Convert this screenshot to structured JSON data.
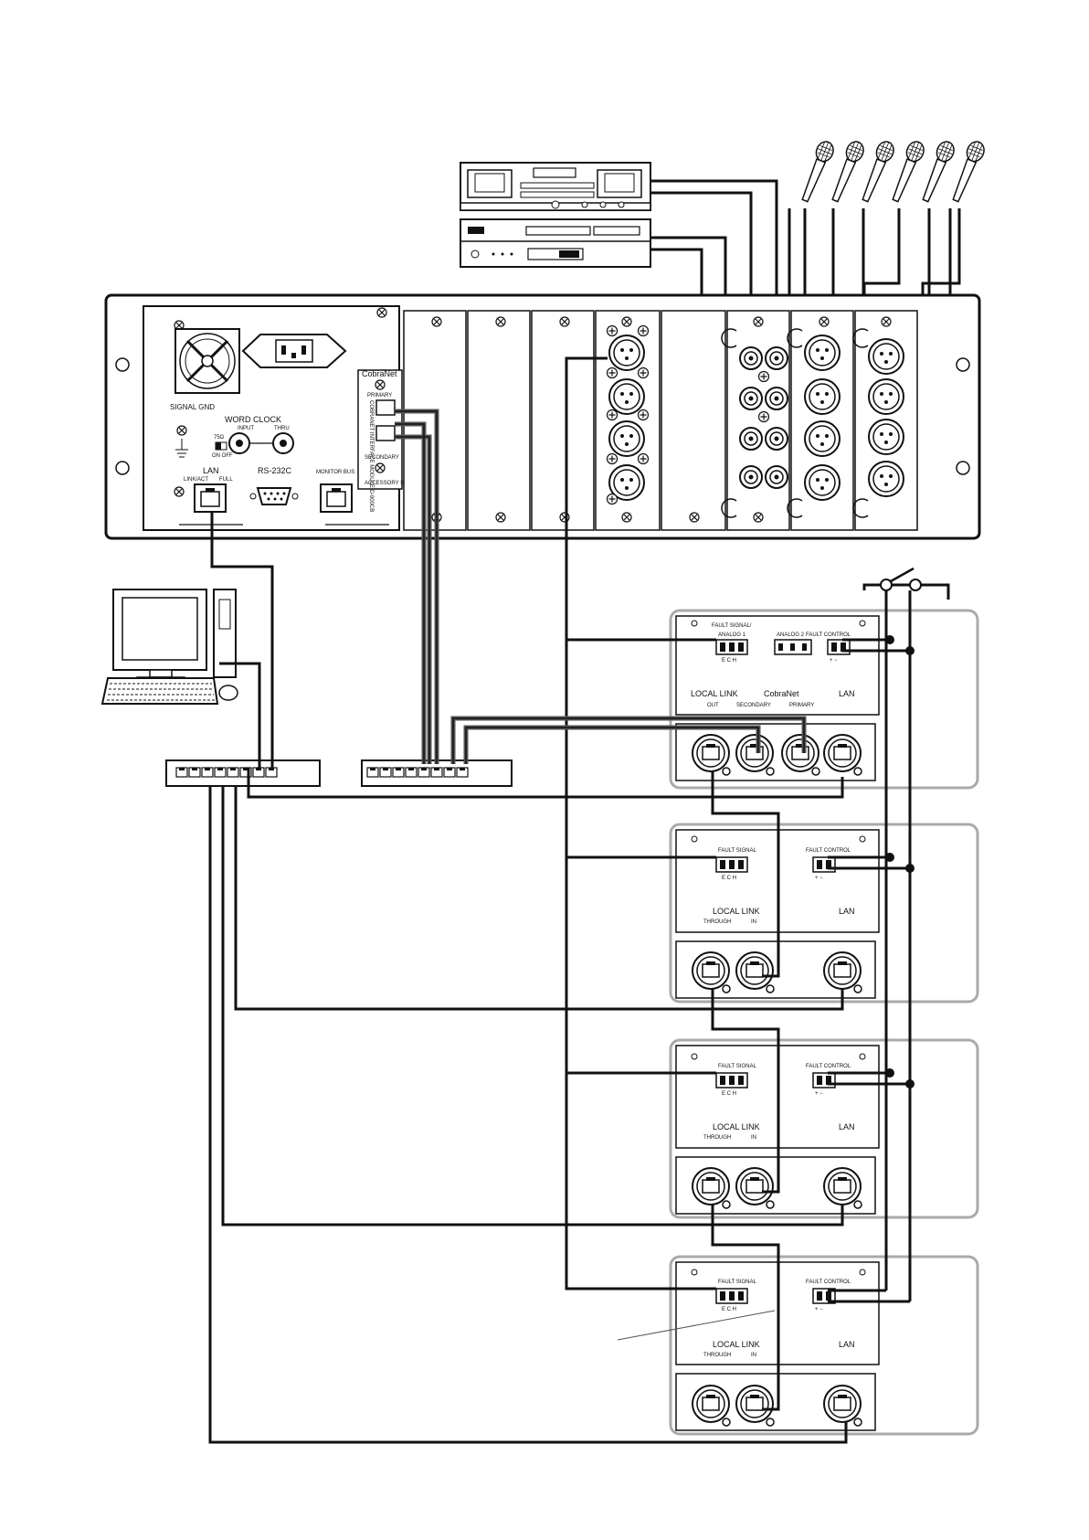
{
  "mixer": {
    "signal_gnd": "SIGNAL GND",
    "word_clock": "WORD CLOCK",
    "wc_input": "INPUT",
    "wc_thru": "THRU",
    "term_75": "75Ω",
    "term_on_off": "ON  OFF",
    "lan": "LAN",
    "lan_link": "LINK/ACT",
    "lan_full": "FULL",
    "rs232c": "RS-232C",
    "monitor_bus": "MONITOR BUS"
  },
  "cobranet_card": {
    "title": "CobraNet",
    "primary": "PRIMARY",
    "secondary": "SECONDARY",
    "side_label": "COBRANET INTERFACE MODULE D-900CB",
    "accessory": "ACCESSORY SWU"
  },
  "amp_units": [
    {
      "fault_signal": "FAULT SIGNAL/",
      "analog1": "ANALOG 1",
      "analog2": "ANALOG 2",
      "fault_control": "FAULT CONTROL",
      "local_link": "LOCAL  LINK",
      "out": "OUT",
      "cobranet": "CobraNet",
      "secondary": "SECONDARY",
      "primary": "PRIMARY",
      "lan": "LAN",
      "ech": "E  C  H",
      "plus_minus": "+  −"
    },
    {
      "fault_signal": "FAULT SIGNAL",
      "fault_control": "FAULT CONTROL",
      "local_link": "LOCAL  LINK",
      "through": "THROUGH",
      "in": "IN",
      "lan": "LAN",
      "ech": "E  C  H",
      "plus_minus": "+  −"
    },
    {
      "fault_signal": "FAULT SIGNAL",
      "fault_control": "FAULT CONTROL",
      "local_link": "LOCAL  LINK",
      "through": "THROUGH",
      "in": "IN",
      "lan": "LAN",
      "ech": "E  C  H",
      "plus_minus": "+  −"
    },
    {
      "fault_signal": "FAULT SIGNAL",
      "fault_control": "FAULT CONTROL",
      "local_link": "LOCAL  LINK",
      "through": "THROUGH",
      "in": "IN",
      "lan": "LAN",
      "ech": "E  C  H",
      "plus_minus": "+  −"
    }
  ],
  "microphone_count": 6,
  "icons": [
    "microphone-icon",
    "cassette-deck-icon",
    "cd-player-icon",
    "computer-icon",
    "switching-hub-icon",
    "switch-icon",
    "xlr-connector-icon",
    "rca-jack-icon",
    "ethercon-icon"
  ]
}
